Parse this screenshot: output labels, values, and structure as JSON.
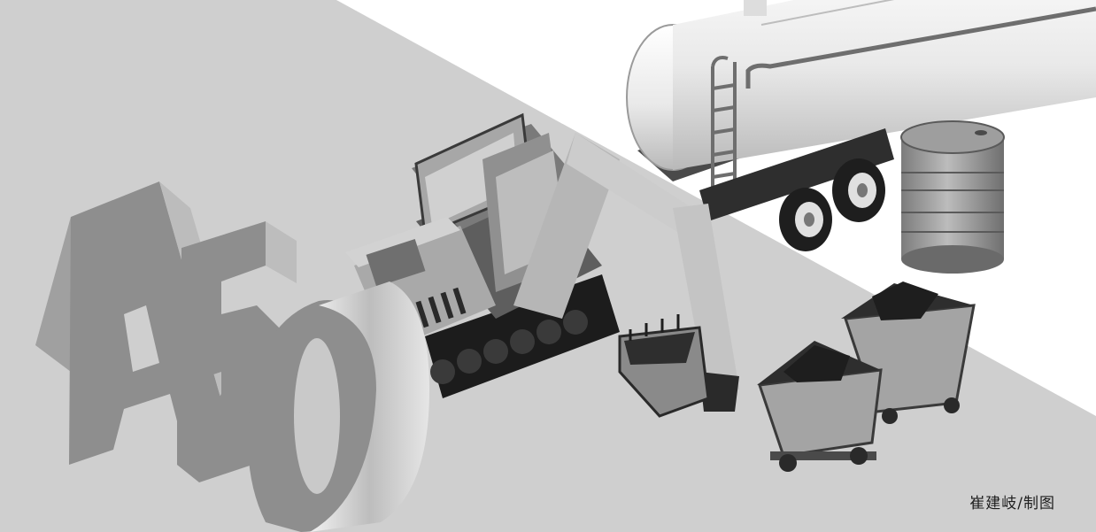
{
  "illustration": {
    "headline": "A50",
    "credit": "崔建岐/制图",
    "objects": [
      "3d-text-a50",
      "excavator",
      "tanker-trailer",
      "oil-barrel",
      "coal-mine-carts"
    ]
  },
  "colors": {
    "background_light": "#ffffff",
    "background_gray": "#cfcfcf",
    "text_face": "#8e8e8e",
    "text_top": "#e2e2e2",
    "metal": "#d8d8d8",
    "dark": "#2a2a2a"
  }
}
